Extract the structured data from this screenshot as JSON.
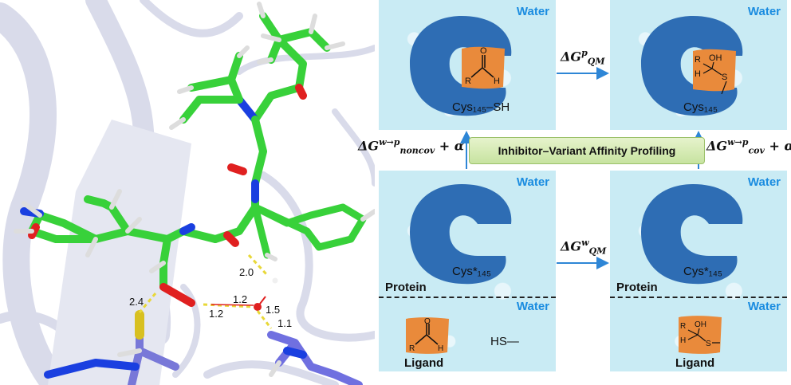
{
  "molecule": {
    "distance_labels": [
      "2.4",
      "1.2",
      "1.2",
      "2.0",
      "1.5",
      "1.1"
    ]
  },
  "panels": {
    "water_label": "Water",
    "protein_label": "Protein",
    "ligand_label": "Ligand",
    "top_left_cys": "Cys₁₄₅–SH",
    "top_right_cys": "Cys₁₄₅",
    "bottom_cys": "Cys*₁₄₅",
    "hs_label": "HS—"
  },
  "arrows": {
    "qm_p": {
      "base": "ΔG",
      "sub": "QM",
      "sup": "p"
    },
    "qm_w": {
      "base": "ΔG",
      "sub": "QM",
      "sup": "w"
    },
    "noncov": {
      "base": "ΔG",
      "sub": "noncov",
      "sup": "w→p",
      "suffix": " + α"
    },
    "cov": {
      "base": "ΔG",
      "sub": "cov",
      "sup": "w→p",
      "suffix": " + α"
    }
  },
  "banner_text": "Inhibitor–Variant Affinity Profiling",
  "colors": {
    "water_text": "#1a8ce0",
    "protein": "#2e6db4",
    "ligand": "#e98a3b",
    "water_bg": "#c9ebf4",
    "banner": "#d8ecb8",
    "carbon": "#38d13a",
    "nitrogen": "#1a3fe0",
    "oxygen": "#e02020",
    "sulfur": "#d8c020",
    "ribbon": "#d9dbea"
  }
}
